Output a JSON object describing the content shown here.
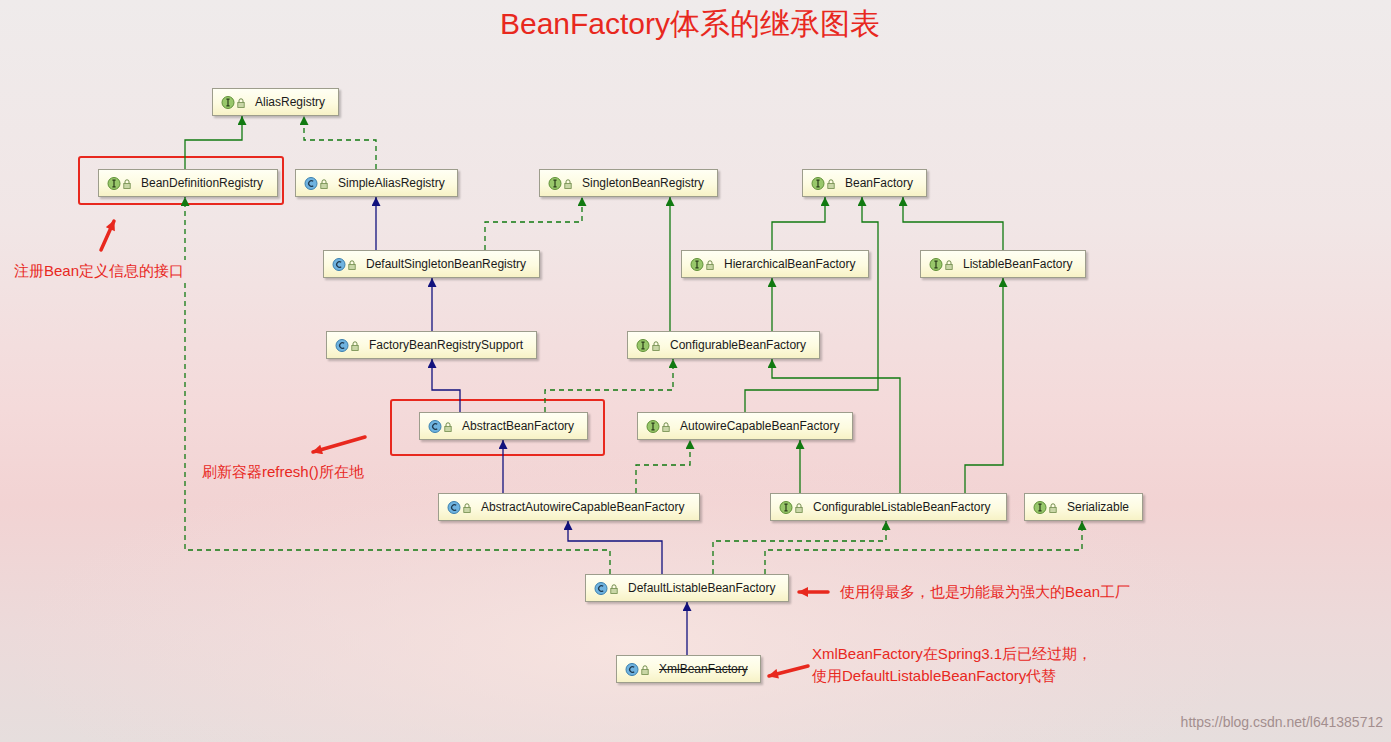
{
  "diagram": {
    "title": "BeanFactory体系的继承图表",
    "nodes": [
      {
        "text": [
          "AliasRegistry"
        ]
      },
      {
        "text": [
          "BeanDefinitionRegistry"
        ]
      },
      {
        "text": [
          "SimpleAliasRegistry"
        ]
      },
      {
        "text": [
          "SingletonBeanRegistry"
        ]
      },
      {
        "text": [
          "BeanFactory"
        ]
      },
      {
        "text": [
          "DefaultSingletonBeanRegistry"
        ]
      },
      {
        "text": [
          "HierarchicalBeanFactory"
        ]
      },
      {
        "text": [
          "ListableBeanFactory"
        ]
      },
      {
        "text": [
          "FactoryBeanRegistrySupport"
        ]
      },
      {
        "text": [
          "ConfigurableBeanFactory"
        ]
      },
      {
        "text": [
          "AbstractBeanFactory"
        ]
      },
      {
        "text": [
          "AutowireCapableBeanFactory"
        ]
      },
      {
        "text": [
          "AbstractAutowireCapableBeanFactory"
        ]
      },
      {
        "text": [
          "ConfigurableListableBeanFactory"
        ]
      },
      {
        "text": [
          "Serializable"
        ]
      },
      {
        "text": [
          "DefaultListableBeanFactory"
        ]
      },
      {
        "text": [
          "XmlBeanFactory"
        ]
      }
    ],
    "edges": [
      {
        "from": 1,
        "to": 0,
        "arrow": "to"
      },
      {
        "from": 2,
        "to": 0,
        "arrow": "to"
      },
      {
        "from": 5,
        "to": 2,
        "arrow": "to"
      },
      {
        "from": 5,
        "to": 3,
        "arrow": "to"
      },
      {
        "from": 8,
        "to": 5,
        "arrow": "to"
      },
      {
        "from": 6,
        "to": 4,
        "arrow": "to"
      },
      {
        "from": 7,
        "to": 4,
        "arrow": "to"
      },
      {
        "from": 9,
        "to": 3,
        "arrow": "to"
      },
      {
        "from": 9,
        "to": 6,
        "arrow": "to"
      },
      {
        "from": 10,
        "to": 8,
        "arrow": "to"
      },
      {
        "from": 10,
        "to": 9,
        "arrow": "to"
      },
      {
        "from": 11,
        "to": 4,
        "arrow": "to"
      },
      {
        "from": 12,
        "to": 10,
        "arrow": "to"
      },
      {
        "from": 12,
        "to": 11,
        "arrow": "to"
      },
      {
        "from": 13,
        "to": 11,
        "arrow": "to"
      },
      {
        "from": 13,
        "to": 9,
        "arrow": "to"
      },
      {
        "from": 13,
        "to": 7,
        "arrow": "to"
      },
      {
        "from": 15,
        "to": 1,
        "arrow": "to"
      },
      {
        "from": 15,
        "to": 12,
        "arrow": "to"
      },
      {
        "from": 15,
        "to": 13,
        "arrow": "to"
      },
      {
        "from": 15,
        "to": 14,
        "arrow": "to"
      },
      {
        "from": 16,
        "to": 15,
        "arrow": "to"
      }
    ],
    "labels": [
      "注册Bean定义信息的接口",
      "刷新容器refresh()所在地",
      "使用得最多，也是功能最为强大的Bean工厂",
      "XmlBeanFactory在Spring3.1后已经过期， 使用DefaultListableBeanFactory代替",
      "https://blog.csdn.net/l641385712"
    ]
  }
}
